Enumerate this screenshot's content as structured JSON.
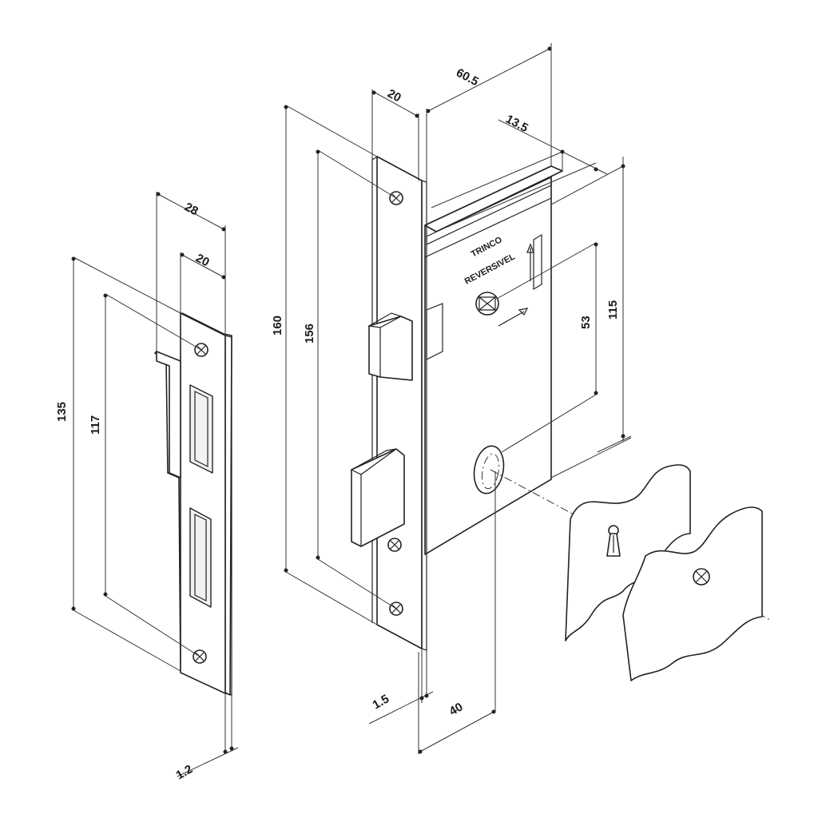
{
  "colors": {
    "line": "#222222",
    "background": "#ffffff"
  },
  "strike_plate": {
    "width": "28",
    "inset": "20",
    "height": "135",
    "hole_spacing": "117",
    "thickness": "1.2"
  },
  "lock_body": {
    "face_width": "20",
    "depth": "60.5",
    "backset_offset": "13.5",
    "front_height": "160",
    "front_hole_spacing": "156",
    "key_distance": "53",
    "case_height": "115",
    "front_thickness": "1.5",
    "backset": "40",
    "label_line1": "TRINCO",
    "label_line2": "REVERSIVEL"
  }
}
